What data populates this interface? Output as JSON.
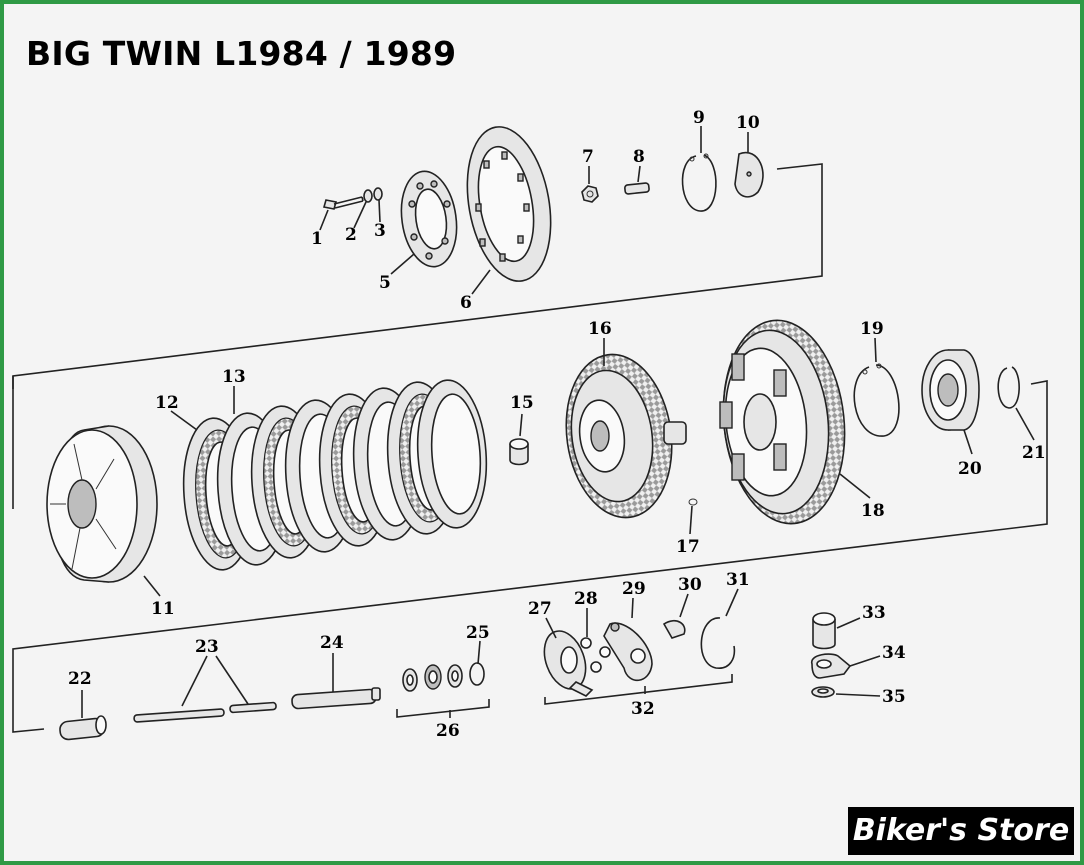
{
  "title": "BIG TWIN L1984 / 1989",
  "watermark": "Biker's Store",
  "colors": {
    "border": "#2f9a45",
    "background": "#f4f4f4",
    "ink": "#222222"
  },
  "callouts": [
    "1",
    "2",
    "3",
    "5",
    "6",
    "7",
    "8",
    "9",
    "10",
    "11",
    "12",
    "13",
    "15",
    "16",
    "17",
    "18",
    "19",
    "20",
    "21",
    "22",
    "23",
    "24",
    "25",
    "26",
    "27",
    "28",
    "29",
    "30",
    "31",
    "32",
    "33",
    "34",
    "35"
  ]
}
